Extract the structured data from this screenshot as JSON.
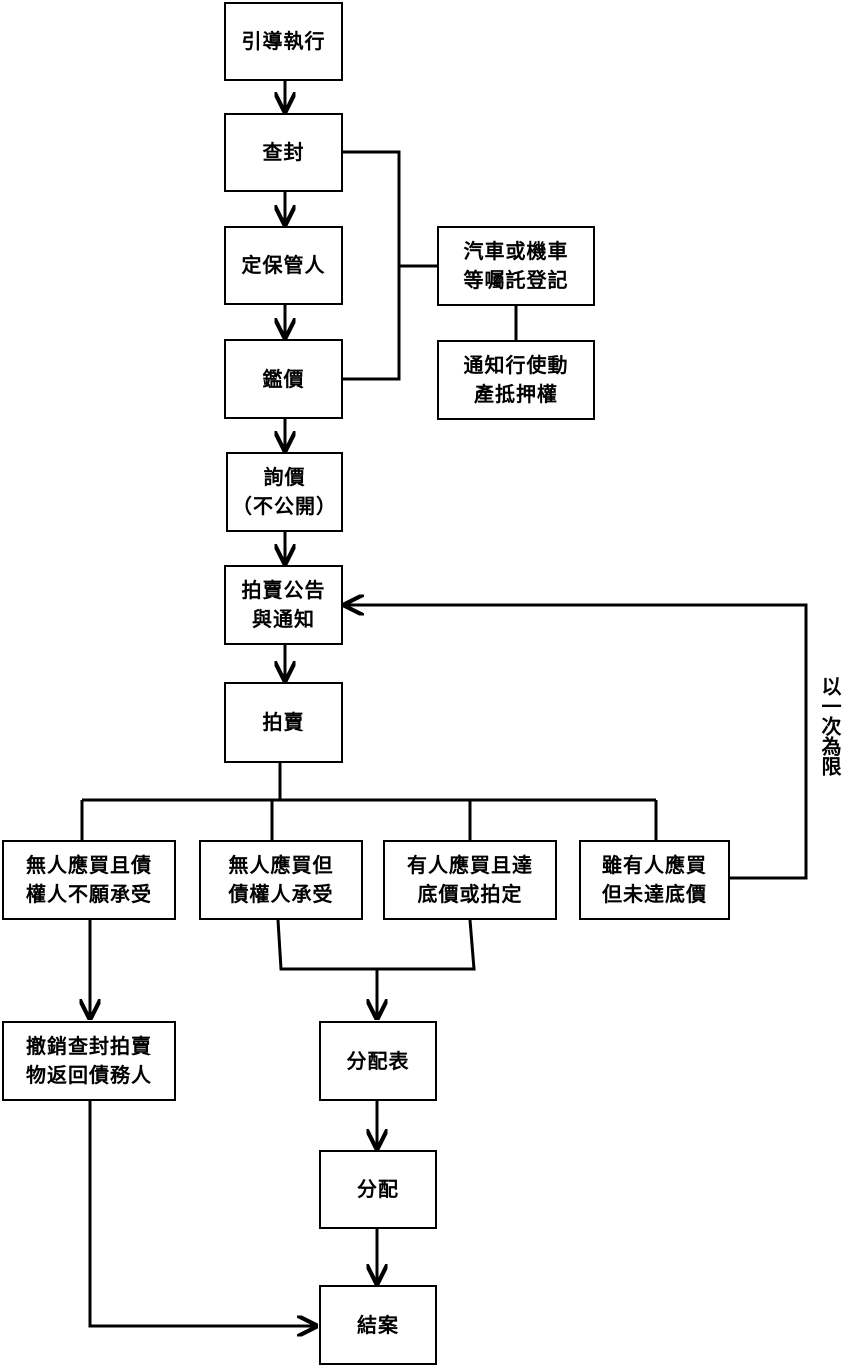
{
  "nodes": {
    "guide": "引導執行",
    "seizure": "查封",
    "custodian": "定保管人",
    "appraisal": "鑑價",
    "price_inquiry": "詢價\n（不公開）",
    "auction_notice": "拍賣公告\n與通知",
    "auction": "拍賣",
    "outcome_no_buyer_refuse": "無人應買且債\n權人不願承受",
    "outcome_no_buyer_accept": "無人應買但\n債權人承受",
    "outcome_buyer_reached": "有人應買且達\n底價或拍定",
    "outcome_buyer_below": "雖有人應買\n但未達底價",
    "vehicle_registration": "汽車或機車\n等囑託登記",
    "notify_lien": "通知行使動\n產抵押權",
    "revoke_return": "撤銷查封拍賣\n物返回債務人",
    "distribution_table": "分配表",
    "distribution": "分配",
    "close_case": "結案"
  },
  "loop_label": "以一次為限",
  "colors": {
    "line": "#000000",
    "box_border": "#000000",
    "background": "#ffffff"
  }
}
